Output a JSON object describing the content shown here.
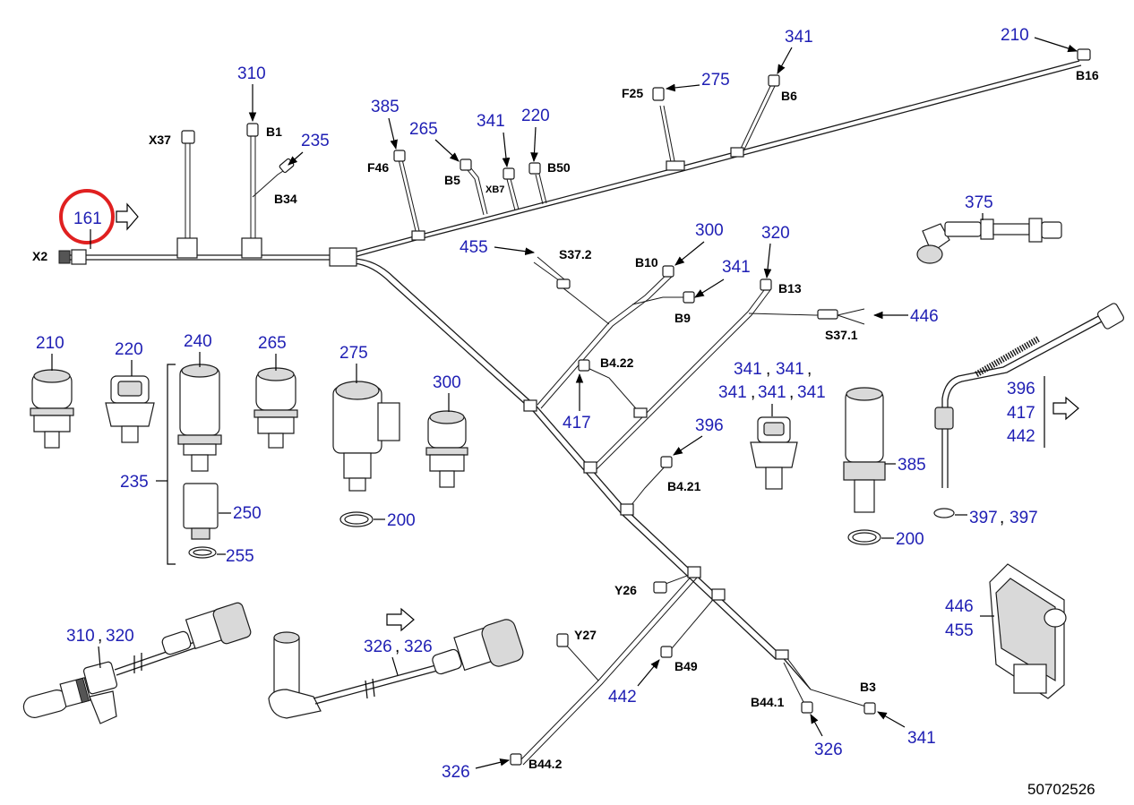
{
  "drawing_number": "50702526",
  "highlight_color": "#e02020",
  "callout_color": "#1f1fb4",
  "harness_callouts": [
    {
      "id": "c161",
      "label": "161"
    },
    {
      "id": "c310",
      "label": "310"
    },
    {
      "id": "c235a",
      "label": "235"
    },
    {
      "id": "c385a",
      "label": "385"
    },
    {
      "id": "c265a",
      "label": "265"
    },
    {
      "id": "c341a",
      "label": "341"
    },
    {
      "id": "c220a",
      "label": "220"
    },
    {
      "id": "c275a",
      "label": "275"
    },
    {
      "id": "c341b",
      "label": "341"
    },
    {
      "id": "c210a",
      "label": "210"
    },
    {
      "id": "c455a",
      "label": "455"
    },
    {
      "id": "c300a",
      "label": "300"
    },
    {
      "id": "c320a",
      "label": "320"
    },
    {
      "id": "c341c",
      "label": "341"
    },
    {
      "id": "c446a",
      "label": "446"
    },
    {
      "id": "c417a",
      "label": "417"
    },
    {
      "id": "c396a",
      "label": "396"
    },
    {
      "id": "c442a",
      "label": "442"
    },
    {
      "id": "c326a",
      "label": "326"
    },
    {
      "id": "c326b",
      "label": "326"
    },
    {
      "id": "c341d",
      "label": "341"
    }
  ],
  "designators": {
    "X2": "X2",
    "X37": "X37",
    "B1": "B1",
    "B34": "B34",
    "F46": "F46",
    "B5": "B5",
    "XB7": "XB7",
    "B50": "B50",
    "F25": "F25",
    "B6": "B6",
    "B16": "B16",
    "S37_2": "S37.2",
    "B10": "B10",
    "B13": "B13",
    "B9": "B9",
    "S37_1": "S37.1",
    "B4_22": "B4.22",
    "B4_21": "B4.21",
    "Y26": "Y26",
    "Y27": "Y27",
    "B49": "B49",
    "B44_1": "B44.1",
    "B3": "B3",
    "B44_2": "B44.2"
  },
  "part_labels": {
    "p375": "375",
    "p210": "210",
    "p220": "220",
    "p240": "240",
    "p265": "265",
    "p275": "275",
    "p300": "300",
    "p235": "235",
    "p250": "250",
    "p255": "255",
    "p200a": "200",
    "p341_row1_a": "341",
    "p341_row1_b": "341",
    "p341_row2_a": "341",
    "p341_row2_b": "341",
    "p341_row2_c": "341",
    "p385": "385",
    "p200b": "200",
    "p396": "396",
    "p417": "417",
    "p442": "442",
    "p397_a": "397",
    "p397_b": "397",
    "p446": "446",
    "p455": "455",
    "p310": "310",
    "p320": "320",
    "p326_a": "326",
    "p326_b": "326"
  },
  "icons": [
    "callout-arrow-icon",
    "continuation-arrow-icon",
    "highlight-circle"
  ]
}
